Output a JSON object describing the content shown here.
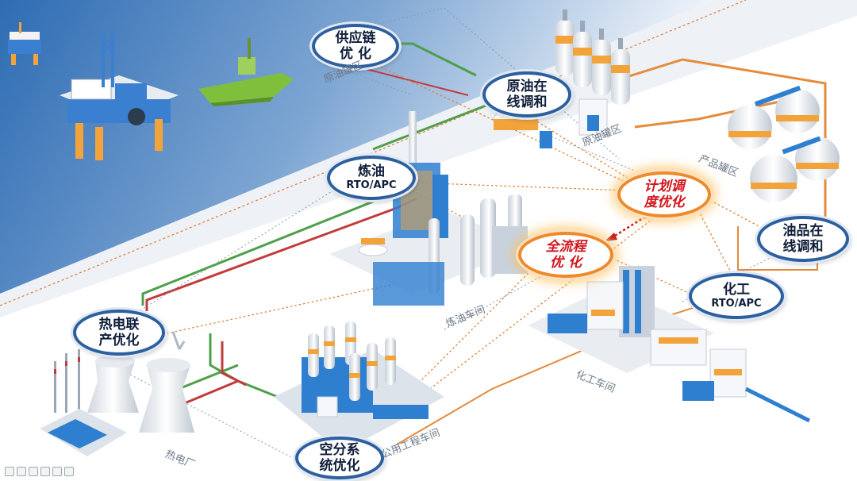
{
  "nodes": {
    "supply_chain": {
      "line1": "供应链",
      "line2": "优  化"
    },
    "crude_blending": {
      "line1": "原油在",
      "line2": "线调和"
    },
    "refining": {
      "line1": "炼油",
      "line2": "RTO/APC"
    },
    "planning": {
      "line1": "计划调",
      "line2": "度优化"
    },
    "full_process": {
      "line1": "全流程",
      "line2": "优  化"
    },
    "product_blending": {
      "line1": "油品在",
      "line2": "线调和"
    },
    "chemical": {
      "line1": "化工",
      "line2": "RTO/APC"
    },
    "chp": {
      "line1": "热电联",
      "line2": "产优化"
    },
    "air_separation": {
      "line1": "空分系",
      "line2": "统优化"
    }
  },
  "areas": {
    "crude_area_top": "原油罐区",
    "crude_area": "原油罐区",
    "product_area": "产品罐区",
    "refinery_workshop": "炼油车间",
    "chemical_workshop": "化工车间",
    "utility_workshop": "公用工程车间",
    "power_plant": "热电厂"
  },
  "colors": {
    "sky": "#2f6db3",
    "node_border": "#2d5f9e",
    "highlight_border": "#ee8a2a",
    "highlight_text": "#d2141c",
    "link_dotted": "#e0762a",
    "link_gray": "#8a98a8",
    "pipe_green": "#4e9f4a",
    "pipe_red": "#c23b3b",
    "pipe_orange": "#e68a3c",
    "steel_blue": "#2f7fd1",
    "tank_orange": "#f2a33a"
  }
}
